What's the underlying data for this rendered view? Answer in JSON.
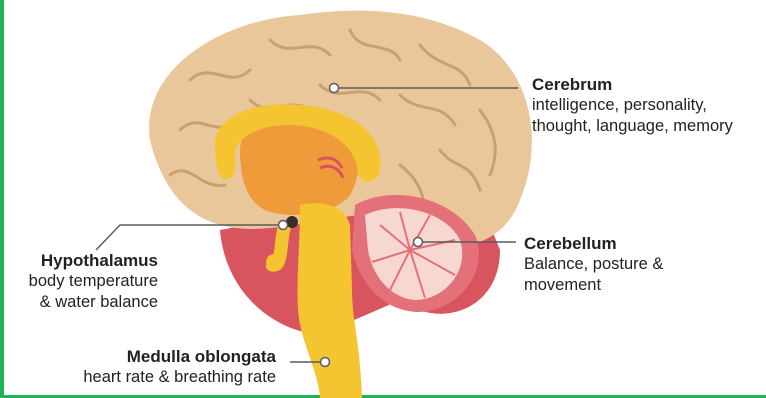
{
  "colors": {
    "frame_green": "#1fb457",
    "cerebrum": "#e9c79a",
    "cerebrum_fold": "#c9a06f",
    "brainstem": "#f4c431",
    "cerebellum_outer": "#e4707a",
    "cerebellum_inner": "#f7d8d0",
    "lower_red": "#d8545e",
    "thalamus": "#ef9b3a",
    "pointer_line": "#5a5a5a"
  },
  "labels": {
    "cerebrum": {
      "title": "Cerebrum",
      "desc_line1": "intelligence, personality,",
      "desc_line2": "thought, language, memory"
    },
    "cerebellum": {
      "title": "Cerebellum",
      "desc_line1": "Balance, posture &",
      "desc_line2": "movement"
    },
    "hypothalamus": {
      "title": "Hypothalamus",
      "desc_line1": "body temperature",
      "desc_line2": "& water balance"
    },
    "medulla": {
      "title": "Medulla oblongata",
      "desc_line1": "heart rate & breathing rate"
    }
  }
}
